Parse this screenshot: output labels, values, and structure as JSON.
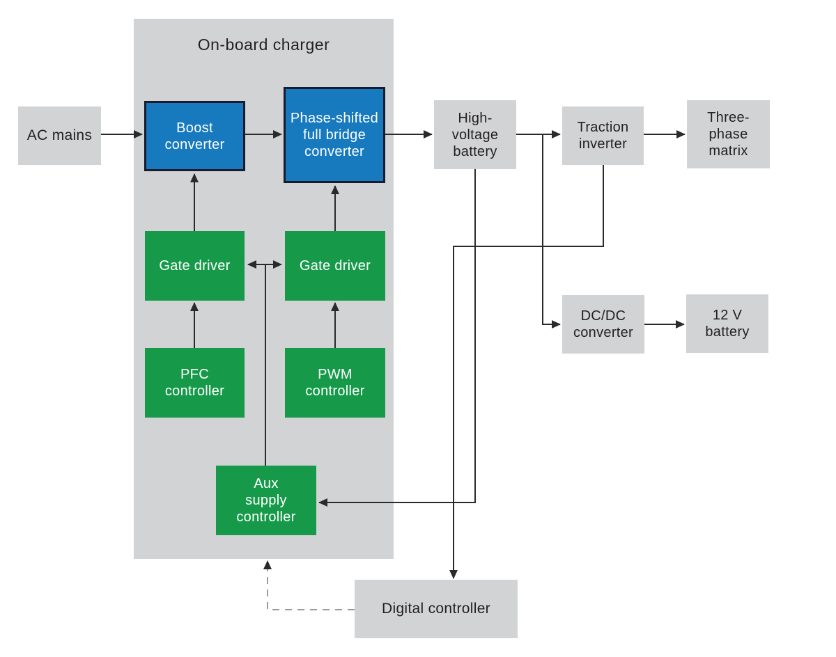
{
  "colors": {
    "box-blue": "#1779BE",
    "box-green": "#169A4A",
    "box-gray": "#D2D3D4",
    "blue-border": "#161B2E",
    "wire": "#2A2A2A",
    "dashed-wire": "#9B9B9B",
    "text-dark": "#231F20",
    "text-light": "#FFFFFF"
  },
  "container": {
    "title": "On-board charger"
  },
  "nodes": {
    "ac_mains": {
      "label": "AC mains"
    },
    "boost_converter": {
      "label": "Boost\nconverter"
    },
    "phase_shifted_full_bridge": {
      "label": "Phase-shifted\nfull bridge\nconverter"
    },
    "high_voltage_battery": {
      "label": "High-\nvoltage\nbattery"
    },
    "traction_inverter": {
      "label": "Traction\ninverter"
    },
    "three_phase_matrix": {
      "label": "Three-\nphase\nmatrix"
    },
    "gate_driver_left": {
      "label": "Gate driver"
    },
    "gate_driver_right": {
      "label": "Gate driver"
    },
    "pfc_controller": {
      "label": "PFC\ncontroller"
    },
    "pwm_controller": {
      "label": "PWM\ncontroller"
    },
    "aux_supply_controller": {
      "label": "Aux\nsupply\ncontroller"
    },
    "dcdc_converter": {
      "label": "DC/DC\nconverter"
    },
    "battery_12v": {
      "label": "12 V\nbattery"
    },
    "digital_controller": {
      "label": "Digital controller"
    }
  }
}
